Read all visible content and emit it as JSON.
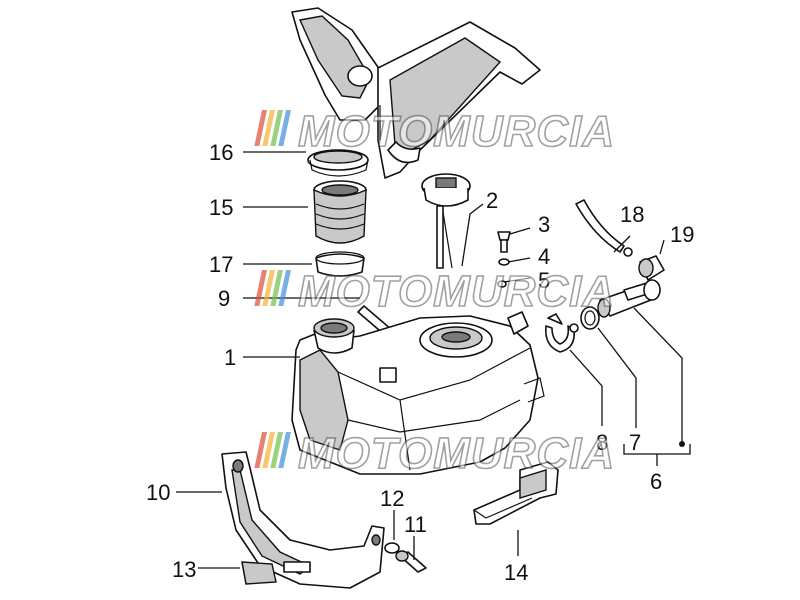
{
  "watermark": {
    "text": "MOTOMURCIA",
    "stripe_colors": [
      "#e04a3c",
      "#f2b233",
      "#6fbf4a",
      "#3f8ed6"
    ]
  },
  "callouts": {
    "c1": "1",
    "c2": "2",
    "c3": "3",
    "c4": "4",
    "c5": "5",
    "c6": "6",
    "c7": "7",
    "c8": "8",
    "c9": "9",
    "c10": "10",
    "c11": "11",
    "c12": "12",
    "c13": "13",
    "c14": "14",
    "c15": "15",
    "c16": "16",
    "c17": "17",
    "c18": "18",
    "c19": "19"
  },
  "parts": {
    "fuel_tank": "fuel-tank",
    "fuel_gauge": "fuel-gauge",
    "tank_support": "tank-support-bracket",
    "filler_neck_rubber": "filler-neck-rubber",
    "fuel_cock": "fuel-cock"
  }
}
